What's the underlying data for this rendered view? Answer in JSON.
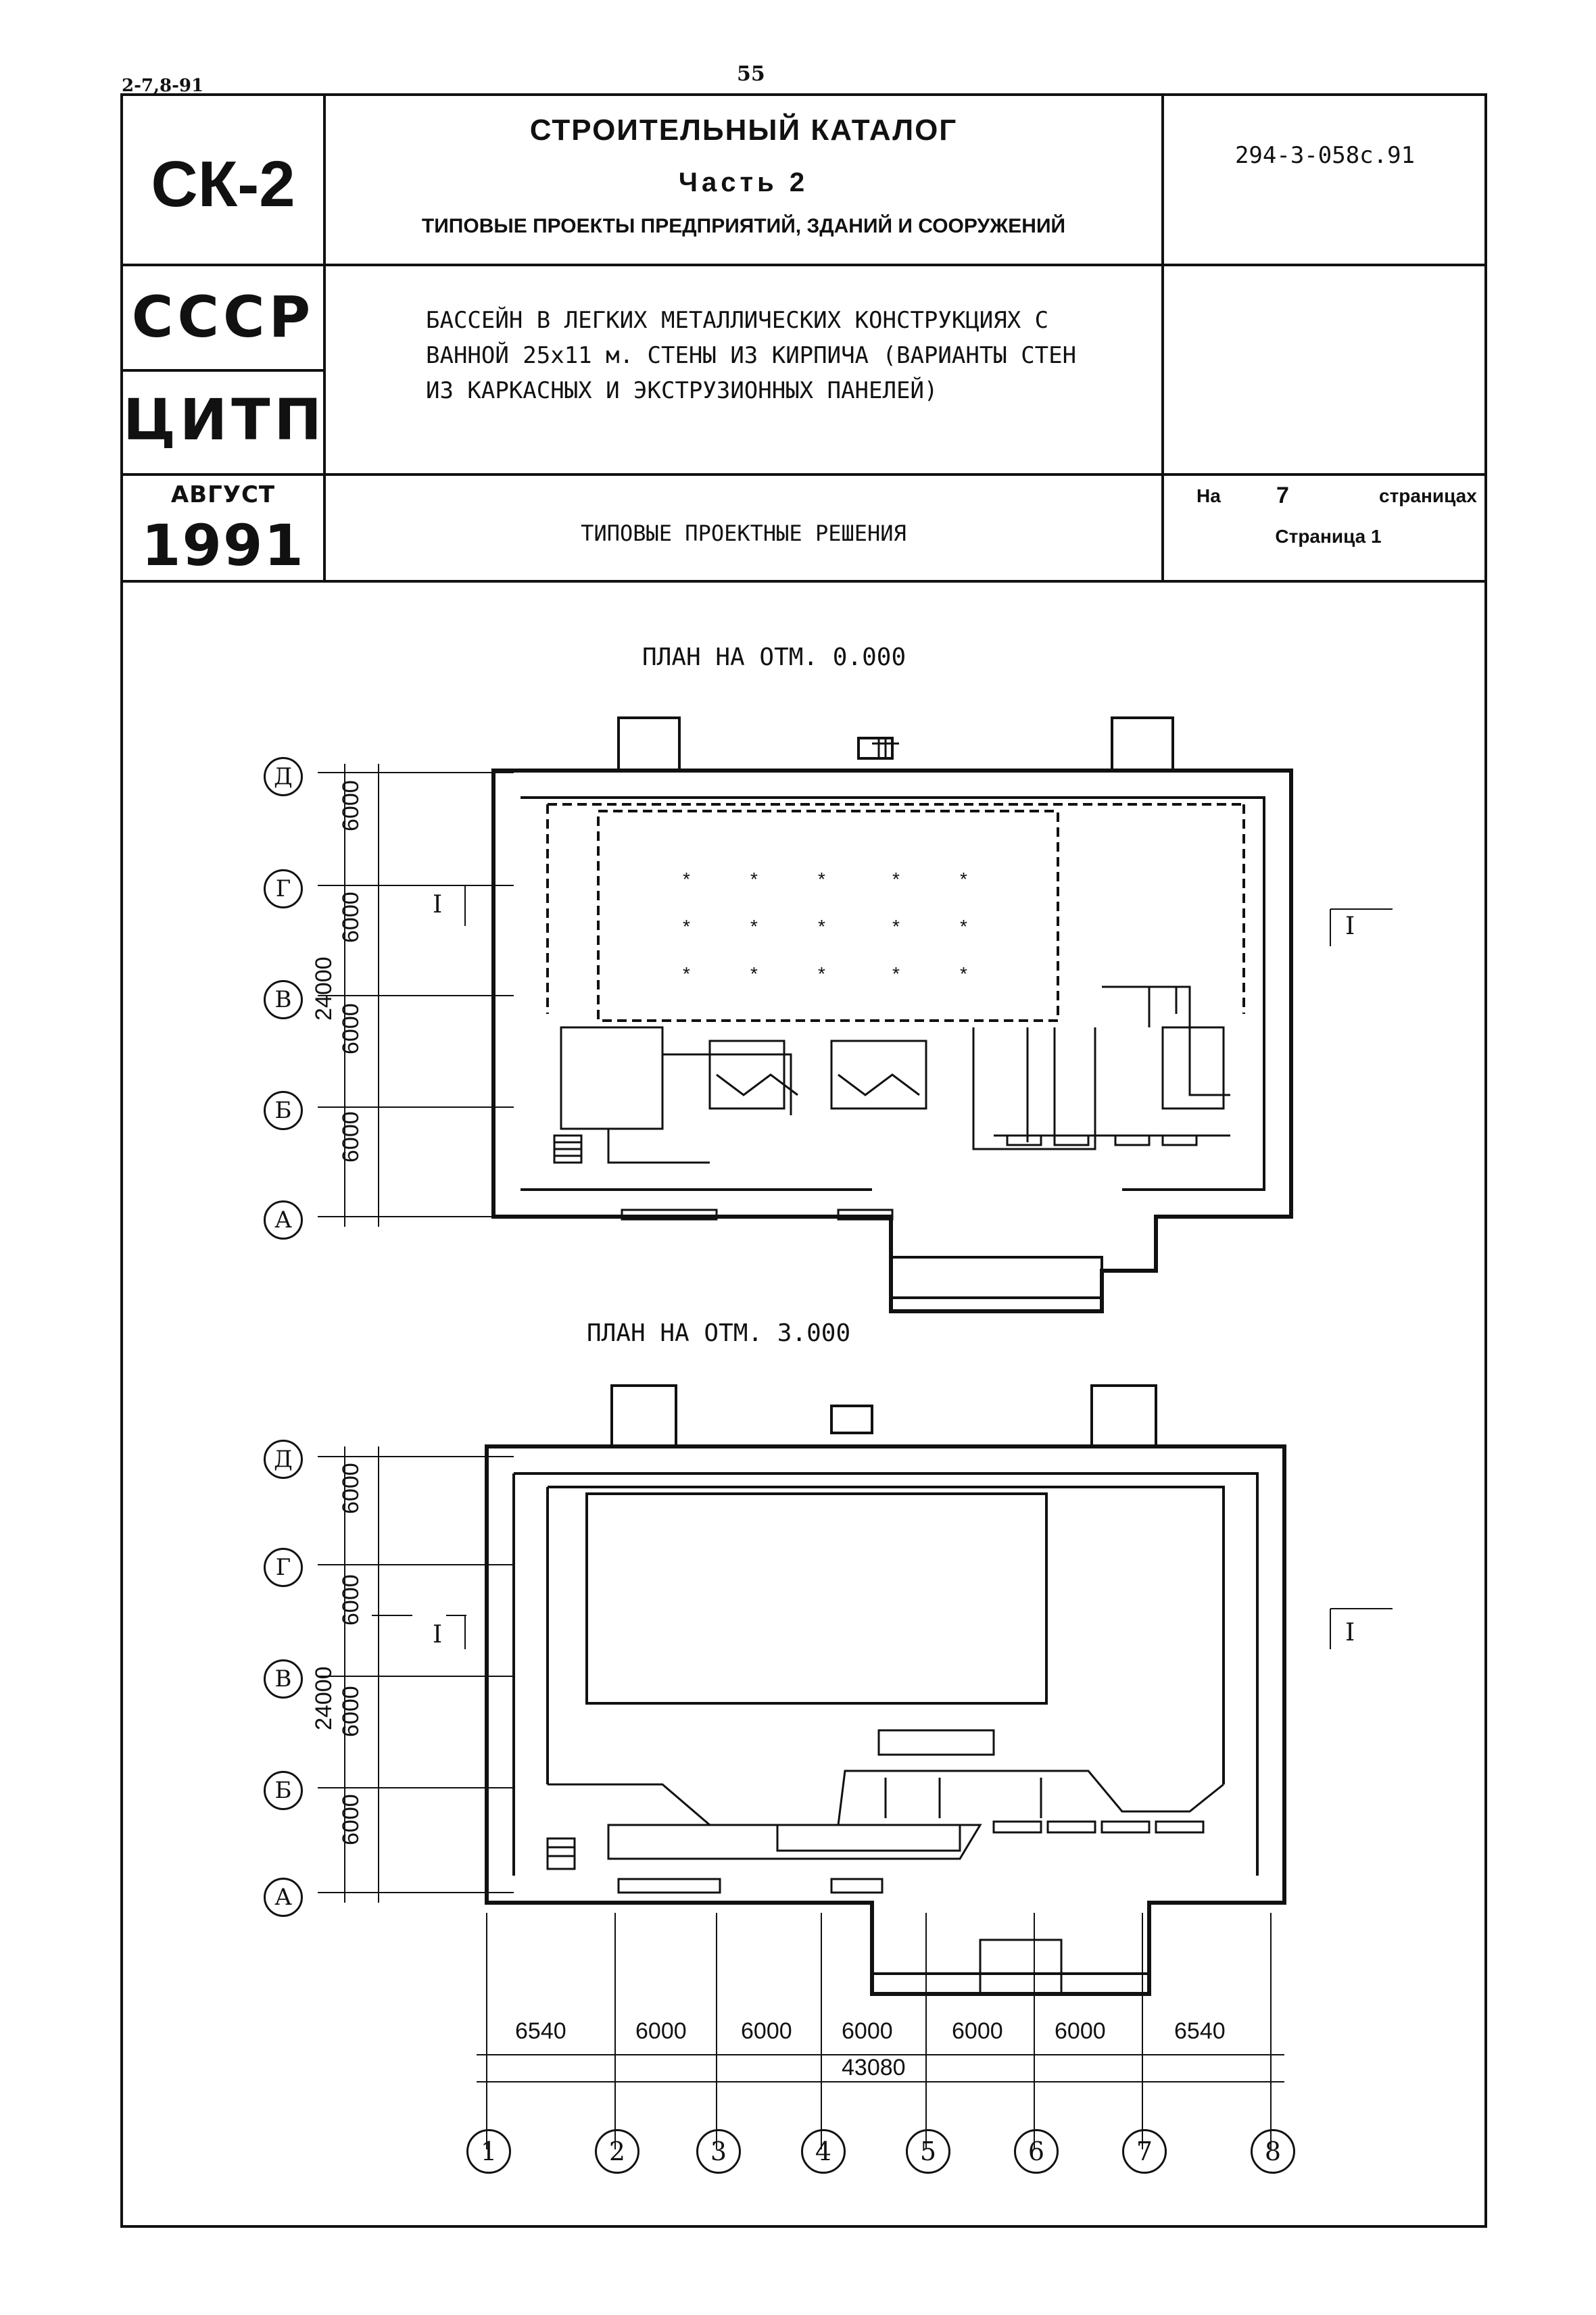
{
  "top": {
    "ref_code": "2-7,8-91",
    "page_number": "55"
  },
  "header": {
    "logo_text": "СК-2",
    "catalog_title": "СТРОИТЕЛЬНЫЙ КАТАЛОГ",
    "catalog_part": "Часть 2",
    "catalog_subtitle": "ТИПОВЫЕ ПРОЕКТЫ ПРЕДПРИЯТИЙ, ЗДАНИЙ И СООРУЖЕНИЙ",
    "doc_number": "294-3-058с.91",
    "country": "СССР",
    "org": "ЦИТП",
    "month": "АВГУСТ",
    "year": "1991",
    "description_lines": [
      "БАССЕЙН В ЛЕГКИХ МЕТАЛЛИЧЕСКИХ КОНСТРУКЦИЯХ С",
      "ВАННОЙ 25х11 м.  СТЕНЫ ИЗ КИРПИЧА (ВАРИАНТЫ СТЕН",
      "ИЗ КАРКАСНЫХ И ЭКСТРУЗИОННЫХ ПАНЕЛЕЙ)"
    ],
    "pages_prefix": "На",
    "pages_count": "7",
    "pages_suffix": "страницах",
    "page_label": "Страница 1",
    "solutions_label": "ТИПОВЫЕ ПРОЕКТНЫЕ РЕШЕНИЯ"
  },
  "plans": {
    "plan1_title": "ПЛАН НА ОТМ. 0.000",
    "plan2_title": "ПЛАН НА ОТМ. 3.000",
    "row_axes": [
      "Д",
      "Г",
      "В",
      "Б",
      "А"
    ],
    "row_dims": [
      "6000",
      "6000",
      "6000",
      "6000"
    ],
    "total_height": "24000",
    "section_mark": "I",
    "col_axes": [
      "1",
      "2",
      "3",
      "4",
      "5",
      "6",
      "7",
      "8"
    ],
    "col_dims": [
      "6540",
      "6000",
      "6000",
      "6000",
      "6000",
      "6000",
      "6540"
    ],
    "total_width": "43080"
  }
}
